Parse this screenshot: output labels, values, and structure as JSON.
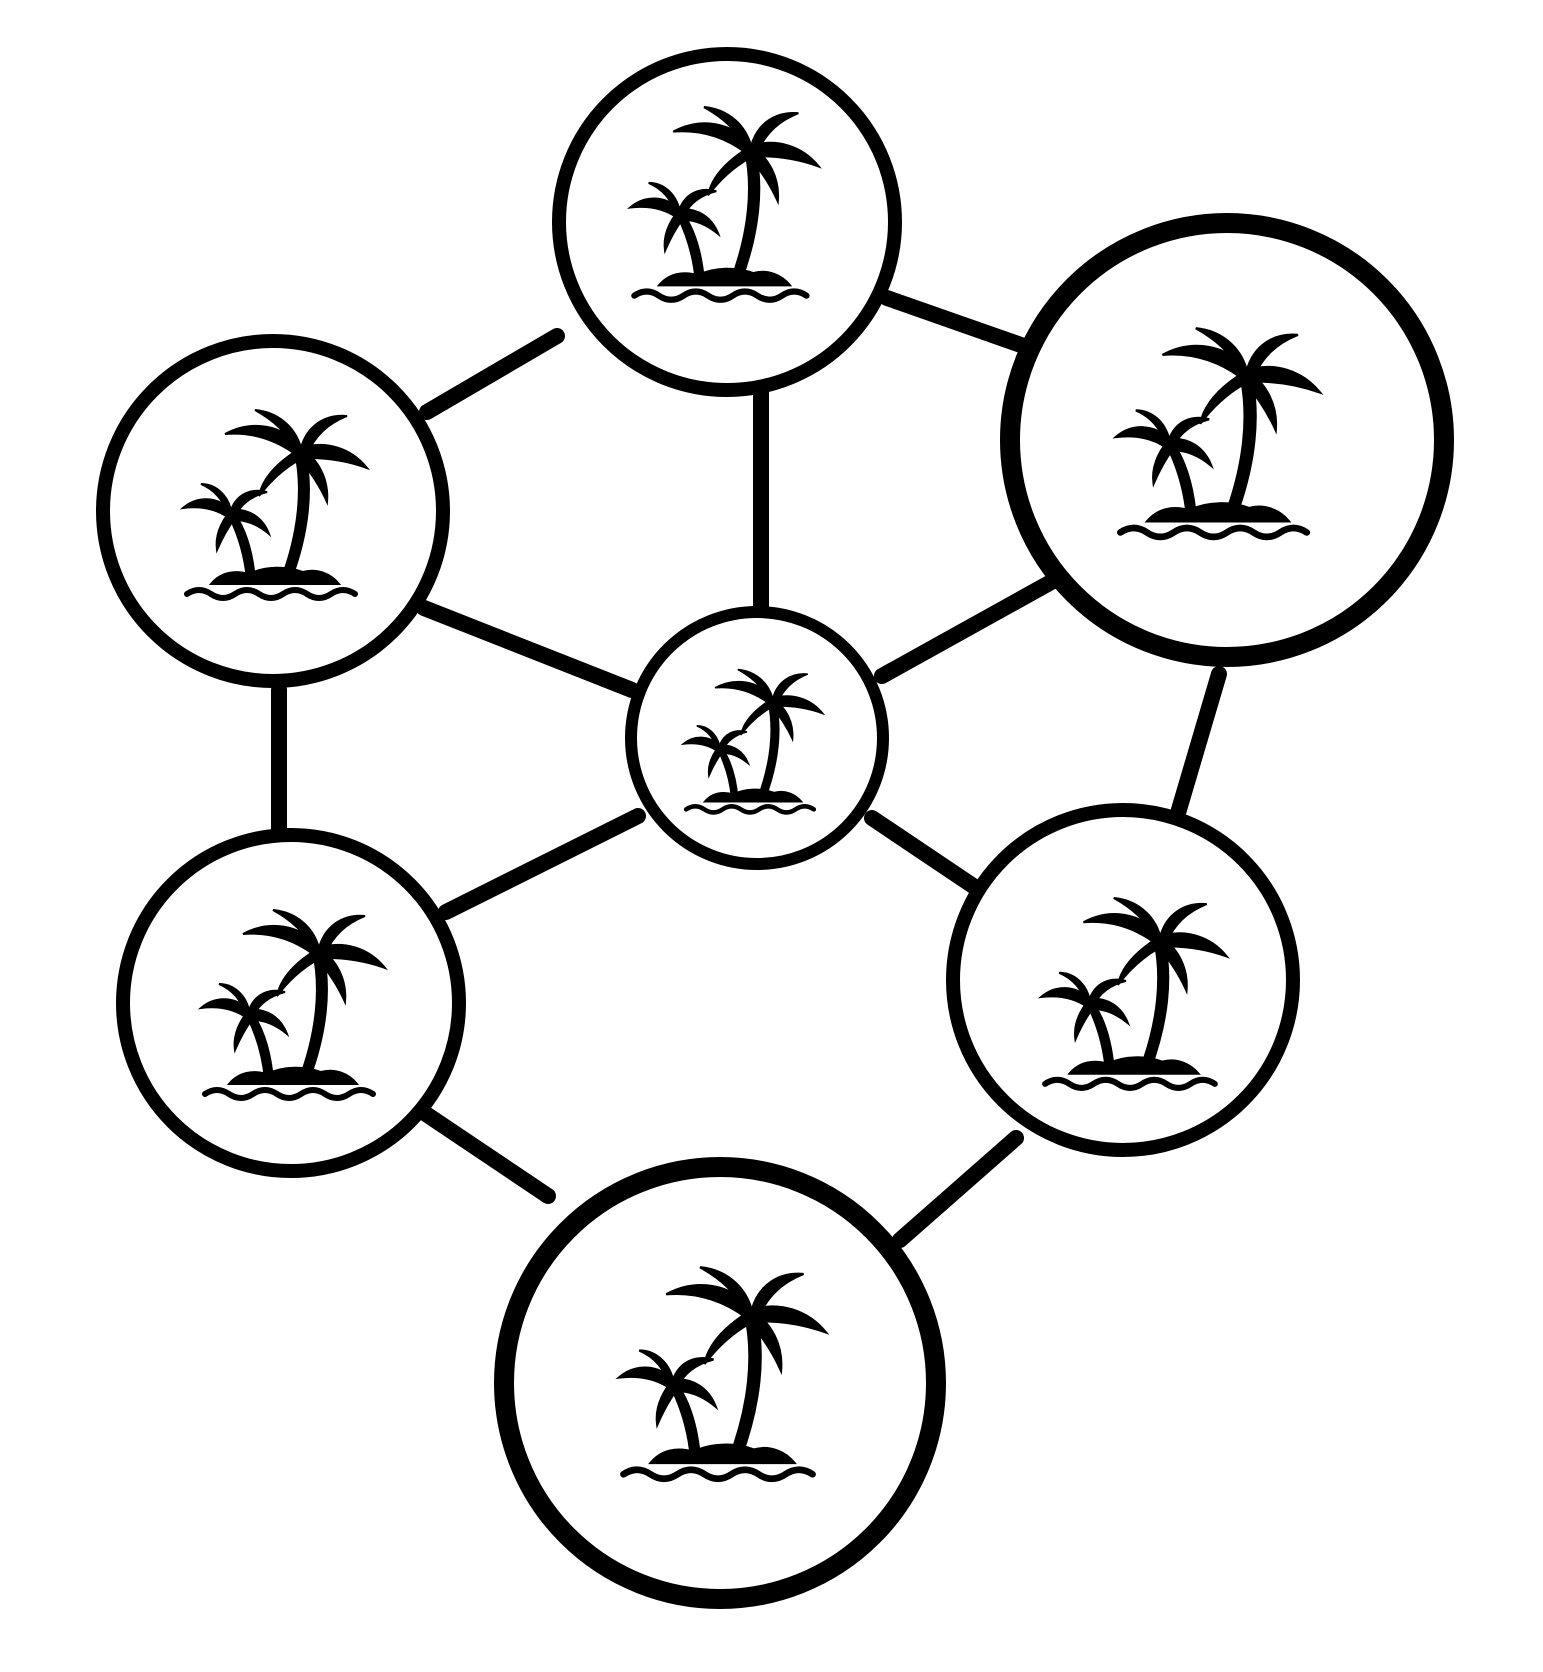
{
  "diagram": {
    "type": "network",
    "colors": {
      "stroke": "#000000",
      "node_fill": "#ffffff",
      "background": "#ffffff"
    },
    "node_icon": "palm-tree-island-icon",
    "nodes": [
      {
        "id": "top",
        "icon": "palm-tree-island-icon"
      },
      {
        "id": "left-upper",
        "icon": "palm-tree-island-icon"
      },
      {
        "id": "right-upper",
        "icon": "palm-tree-island-icon"
      },
      {
        "id": "center",
        "icon": "palm-tree-island-icon"
      },
      {
        "id": "left-lower",
        "icon": "palm-tree-island-icon"
      },
      {
        "id": "right-lower",
        "icon": "palm-tree-island-icon"
      },
      {
        "id": "bottom",
        "icon": "palm-tree-island-icon"
      }
    ],
    "edges": [
      [
        "top",
        "left-upper"
      ],
      [
        "top",
        "right-upper"
      ],
      [
        "top",
        "center"
      ],
      [
        "left-upper",
        "center"
      ],
      [
        "left-upper",
        "left-lower"
      ],
      [
        "right-upper",
        "center"
      ],
      [
        "right-upper",
        "right-lower"
      ],
      [
        "center",
        "left-lower"
      ],
      [
        "center",
        "right-lower"
      ],
      [
        "left-lower",
        "bottom"
      ],
      [
        "right-lower",
        "bottom"
      ]
    ]
  }
}
